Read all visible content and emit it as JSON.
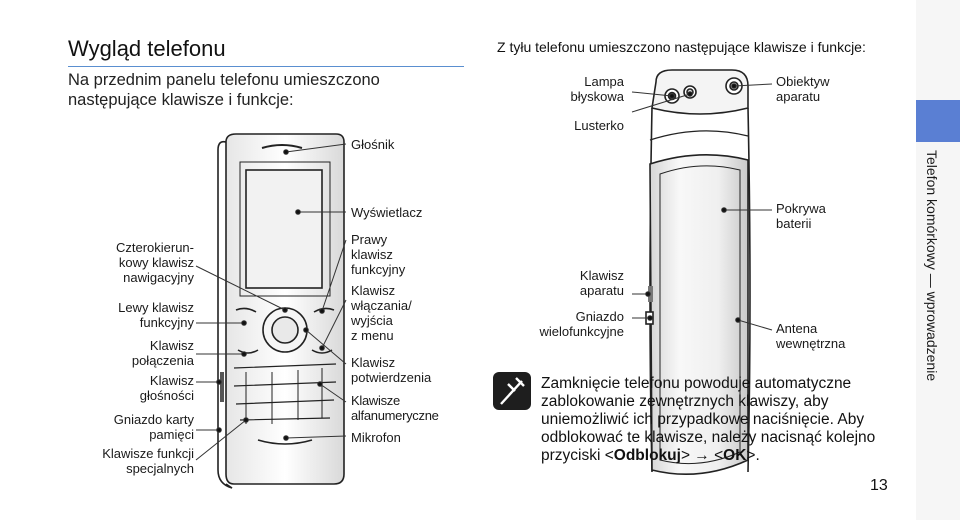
{
  "page": {
    "title": "Wygląd telefonu",
    "intro": "Na przednim panelu telefonu umieszczono następujące klawisze i funkcje:",
    "back_intro": "Z tyłu telefonu umieszczono następujące klawisze i funkcje:",
    "page_number": "13",
    "side_tab": "Telefon komórkowy — wprowadzenie"
  },
  "front_left_labels": [
    "Czterokierun-\nkowy klawisz\nnawigacyjny",
    "Lewy klawisz\nfunkcyjny",
    "Klawisz\npołączenia",
    "Klawisz\ngłośności",
    "Gniazdo karty\npamięci",
    "Klawisze funkcji\nspecjalnych"
  ],
  "front_right_labels": [
    "Głośnik",
    "Wyświetlacz",
    "Prawy\nklawisz\nfunkcyjny",
    "Klawisz\nwłączania/\nwyjścia\nz menu",
    "Klawisz\npotwierdzenia",
    "Klawisze\nalfanumeryczne",
    "Mikrofon"
  ],
  "back_labels": {
    "flash": "Lampa\nbłyskowa",
    "mirror": "Lusterko",
    "camera_key": "Klawisz\naparatu",
    "multi_jack": "Gniazdo\nwielofunkcyjne",
    "lens": "Obiektyw\naparatu",
    "battery_cover": "Pokrywa\nbaterii",
    "antenna": "Antena\nwewnętrzna"
  },
  "note": {
    "text_1": "Zamknięcie telefonu powoduje automatyczne zablokowanie zewnętrznych klawiszy, aby uniemożliwić ich przypadkowe naciśnięcie. Aby odblokować te klawisze, należy nacisnąć kolejno przyciski <",
    "key_1": "Odblokuj",
    "text_2": "> → <",
    "key_2": "OK",
    "text_3": ">."
  },
  "colors": {
    "accent_rule": "#5a8fd0",
    "side_tab": "#5a7fd3",
    "icon_bg": "#1e1e1e"
  }
}
